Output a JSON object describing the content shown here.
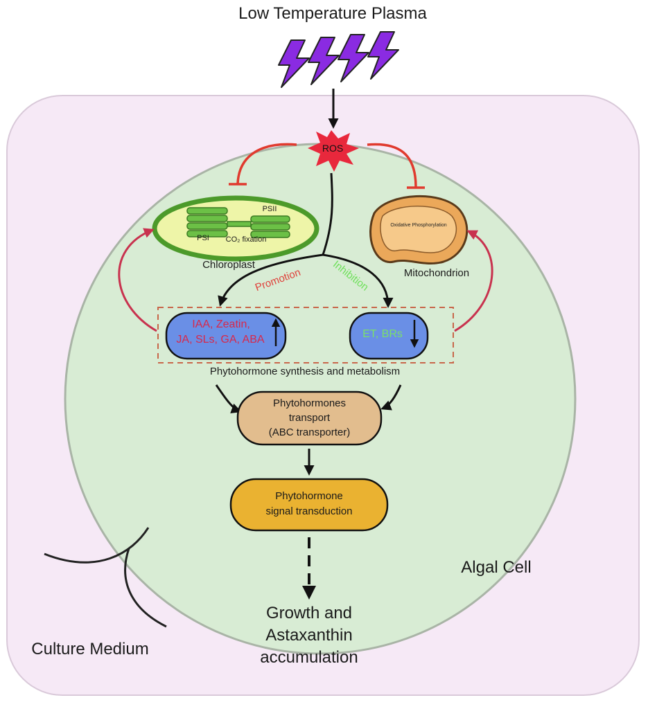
{
  "title": "Low Temperature Plasma",
  "ros": "ROS",
  "chloroplast": {
    "label": "Chloroplast",
    "psii": "PSII",
    "psi": "PSI",
    "co2_fixation": "CO₂ fixation"
  },
  "mitochondrion": {
    "label": "Mitochondrion",
    "inner_label": "Oxidative Phosphorylation"
  },
  "promotion": "Promotion",
  "inhibition": "Inhibition",
  "promoted_hormones": {
    "line1": "IAA, Zeatin,",
    "line2": "JA, SLs, GA, ABA"
  },
  "inhibited_hormones": "ET, BRs",
  "synthesis_label": "Phytohormone synthesis and metabolism",
  "transport": {
    "line1": "Phytohormones",
    "line2": "transport",
    "line3": "(ABC transporter)"
  },
  "signal": {
    "line1": "Phytohormone",
    "line2": "signal transduction"
  },
  "algal_cell": "Algal Cell",
  "culture_medium": "Culture Medium",
  "outcome": {
    "line1": "Growth and",
    "line2": "Astaxanthin",
    "line3": "accumulation"
  },
  "colors": {
    "medium_bg": "#f6e9f6",
    "cell_fill": "#d8ecd4",
    "ros_star": "#e8283c",
    "lightning": "#8a2be2",
    "inhibit_red": "#e03a2e",
    "feedback_arrow": "#c8324e",
    "promotion_text": "#e0403a",
    "inhibition_text": "#6ee05a",
    "hormone_box": "#6a8fe6",
    "promoted_text": "#d8284a",
    "inhibited_text": "#7be06a",
    "transport_box": "#e2bd8e",
    "signal_box": "#eab231",
    "chloroplast_outer": "#4c9a2a",
    "chloroplast_inner": "#eef5a8",
    "mito_fill": "#eba85a"
  }
}
